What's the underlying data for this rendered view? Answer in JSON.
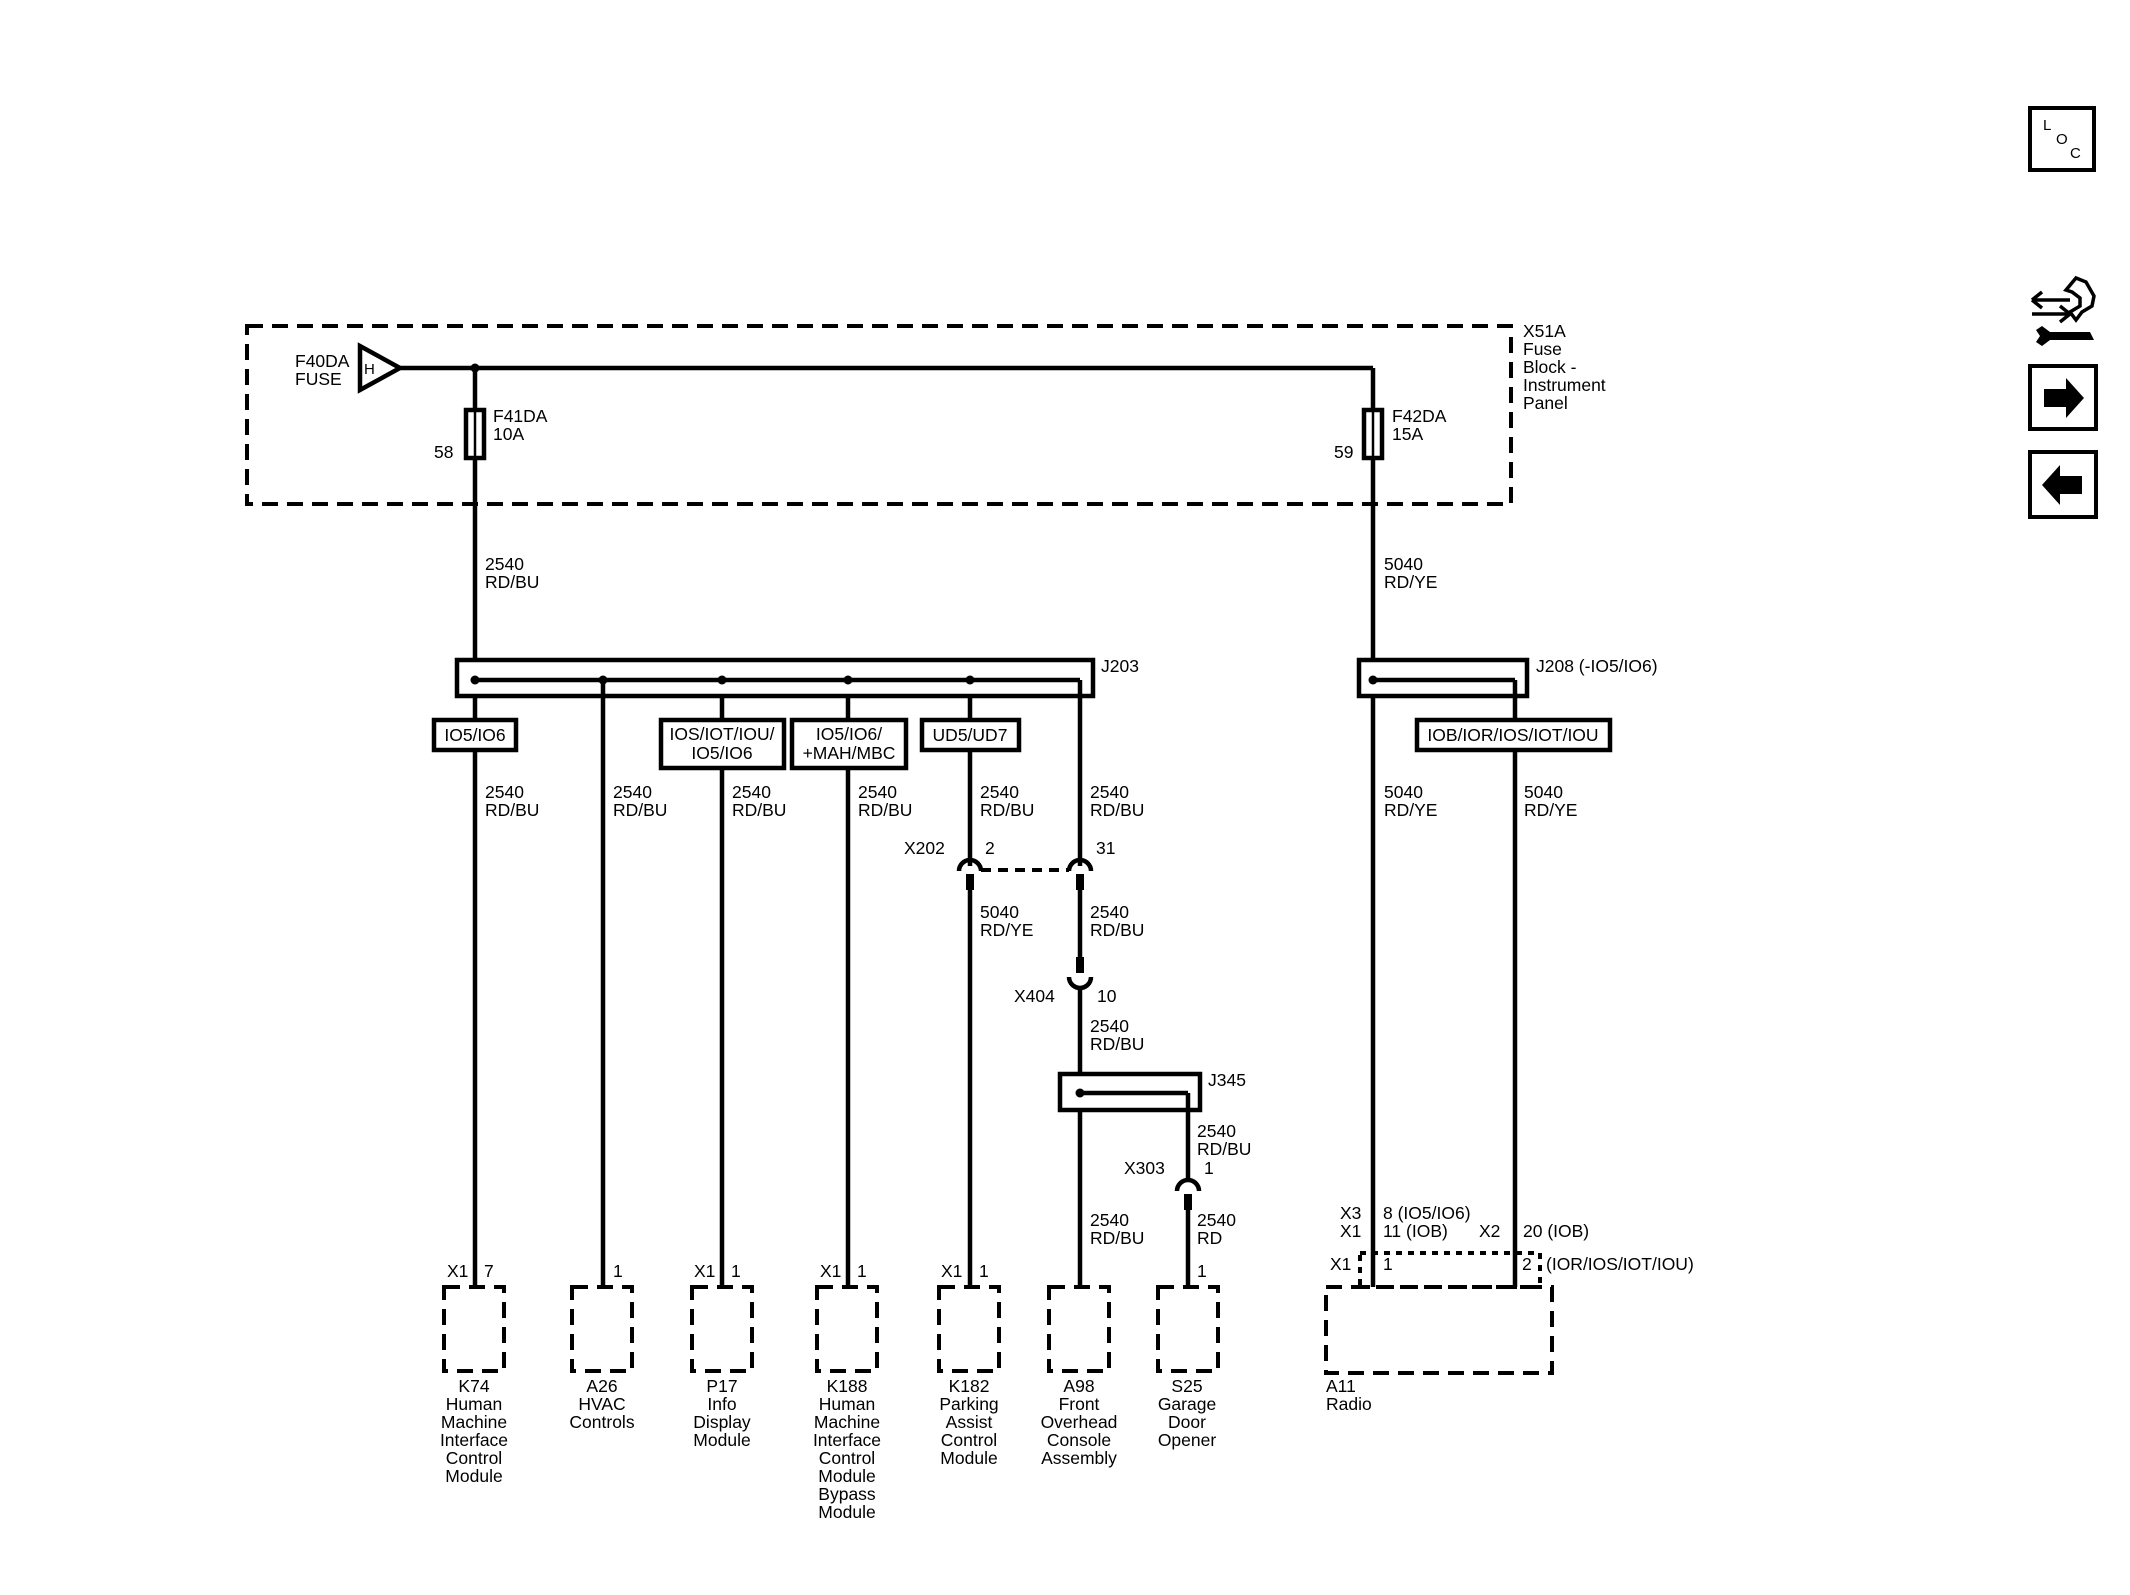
{
  "fuse_block": {
    "name": "X51A",
    "desc1": "Fuse",
    "desc2": "Block -",
    "desc3": "Instrument",
    "desc4": "Panel"
  },
  "source_fuse": {
    "name": "F40DA",
    "type": "FUSE",
    "letter": "H"
  },
  "fuse_left": {
    "name": "F41DA",
    "rating": "10A",
    "pin": "58"
  },
  "fuse_right": {
    "name": "F42DA",
    "rating": "15A",
    "pin": "59"
  },
  "wires": {
    "main_left": {
      "gauge": "2540",
      "color": "RD/BU"
    },
    "main_right": {
      "gauge": "5040",
      "color": "RD/YE"
    },
    "k74": {
      "gauge": "2540",
      "color": "RD/BU"
    },
    "a26": {
      "gauge": "2540",
      "color": "RD/BU"
    },
    "p17": {
      "gauge": "2540",
      "color": "RD/BU"
    },
    "k188": {
      "gauge": "2540",
      "color": "RD/BU"
    },
    "k182_up": {
      "gauge": "2540",
      "color": "RD/BU"
    },
    "a98_up": {
      "gauge": "2540",
      "color": "RD/BU"
    },
    "k182_mid": {
      "gauge": "5040",
      "color": "RD/YE"
    },
    "a98_mid": {
      "gauge": "2540",
      "color": "RD/BU"
    },
    "a98_j345": {
      "gauge": "2540",
      "color": "RD/BU"
    },
    "s25_up": {
      "gauge": "2540",
      "color": "RD/BU"
    },
    "a98_low": {
      "gauge": "2540",
      "color": "RD/BU"
    },
    "s25_low": {
      "gauge": "2540",
      "color": "RD"
    },
    "radio_left": {
      "gauge": "5040",
      "color": "RD/YE"
    },
    "radio_right": {
      "gauge": "5040",
      "color": "RD/YE"
    }
  },
  "splices": {
    "j203": "J203",
    "j208": "J208  (-IO5/IO6)",
    "j345": "J345"
  },
  "options": {
    "k74": "IO5/IO6",
    "p17_line1": "IOS/IOT/IOU/",
    "p17_line2": "IO5/IO6",
    "k188_line1": "IO5/IO6/",
    "k188_line2": "+MAH/MBC",
    "k182": "UD5/UD7",
    "radio": "IOB/IOR/IOS/IOT/IOU"
  },
  "inline_connectors": {
    "x202": {
      "name": "X202",
      "pin_a": "2",
      "pin_b": "31"
    },
    "x404": {
      "name": "X404",
      "pin": "10"
    },
    "x303": {
      "name": "X303",
      "pin": "1"
    }
  },
  "components": [
    {
      "conn": "X1",
      "pin": "7",
      "ref": "K74",
      "lines": [
        "Human",
        "Machine",
        "Interface",
        "Control",
        "Module"
      ]
    },
    {
      "conn": "",
      "pin": "1",
      "ref": "A26",
      "lines": [
        "HVAC",
        "Controls"
      ]
    },
    {
      "conn": "X1",
      "pin": "1",
      "ref": "P17",
      "lines": [
        "Info",
        "Display",
        "Module"
      ]
    },
    {
      "conn": "X1",
      "pin": "1",
      "ref": "K188",
      "lines": [
        "Human",
        "Machine",
        "Interface",
        "Control",
        "Module",
        "Bypass",
        "Module"
      ]
    },
    {
      "conn": "X1",
      "pin": "1",
      "ref": "K182",
      "lines": [
        "Parking",
        "Assist",
        "Control",
        "Module"
      ]
    },
    {
      "conn": "",
      "pin": "",
      "ref": "A98",
      "lines": [
        "Front",
        "Overhead",
        "Console",
        "Assembly"
      ]
    },
    {
      "conn": "",
      "pin": "1",
      "ref": "S25",
      "lines": [
        "Garage",
        "Door",
        "Opener"
      ]
    }
  ],
  "radio": {
    "ref": "A11",
    "name": "Radio",
    "x3": "X3",
    "x3_pin": "8 (IO5/IO6)",
    "x1": "X1",
    "x1_pin": "11 (IOB)",
    "x1b": "X1",
    "x1b_pin": "1",
    "x2": "X2",
    "x2_pin": "20  (IOB)",
    "pin2": "2",
    "pin2_opt": "(IOR/IOS/IOT/IOU)"
  },
  "nav": {
    "loc_l": "L",
    "loc_o": "O",
    "loc_c": "C"
  }
}
